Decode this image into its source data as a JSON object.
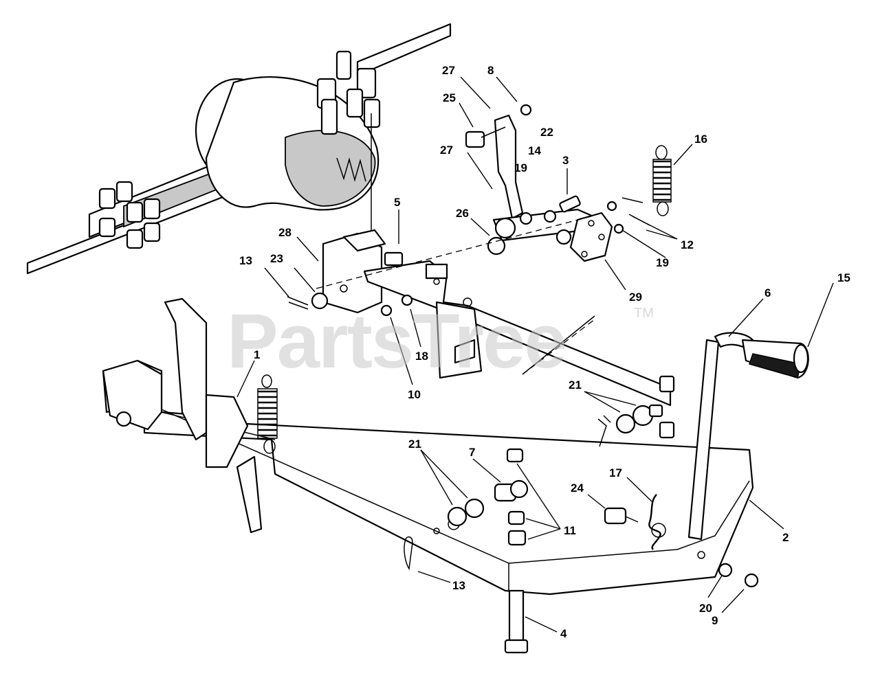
{
  "watermark": {
    "text": "PartsTree",
    "trademark": "TM"
  },
  "callouts": [
    "27",
    "8",
    "25",
    "22",
    "14",
    "27",
    "19",
    "3",
    "16",
    "5",
    "26",
    "28",
    "13",
    "23",
    "12",
    "19",
    "29",
    "15",
    "6",
    "1",
    "18",
    "10",
    "21",
    "7",
    "21",
    "24",
    "17",
    "11",
    "2",
    "13",
    "20",
    "9",
    "4"
  ],
  "colors": {
    "line": "#000000",
    "shade": "#c8c8c8",
    "watermark": "#c9c9c9"
  }
}
